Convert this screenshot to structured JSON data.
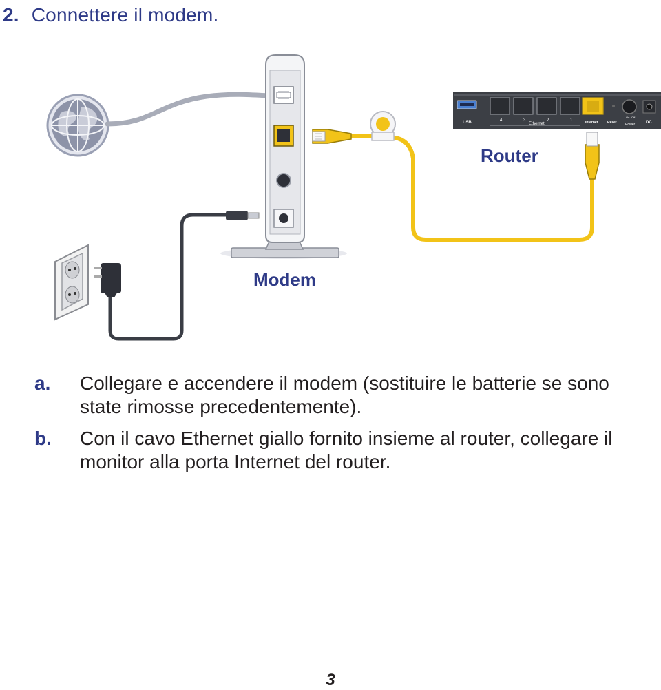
{
  "heading": {
    "number": "2.",
    "text": "Connettere il modem."
  },
  "diagram": {
    "labels": {
      "router": "Router",
      "modem": "Modem"
    },
    "router_ports": {
      "usb": "USB",
      "lan_numbers": [
        "4",
        "3",
        "2",
        "1"
      ],
      "ethernet": "Ethernet",
      "internet": "Internet",
      "reset": "Reset",
      "on": "On",
      "off": "Off",
      "power": "Power",
      "dc": "DC"
    },
    "colors": {
      "label_blue": "#2e3a87",
      "ethernet_cable": "#f2c318",
      "power_cable": "#3a3d45",
      "phone_cable": "#a8acb8",
      "router_body": "#3c3f45"
    }
  },
  "steps": [
    {
      "letter": "a.",
      "text": "Collegare e accendere il modem (sostituire le batterie se sono state rimosse precedentemente)."
    },
    {
      "letter": "b.",
      "text": "Con il cavo Ethernet giallo fornito insieme al router, collegare il monitor alla porta Internet del router."
    }
  ],
  "page_number": "3"
}
